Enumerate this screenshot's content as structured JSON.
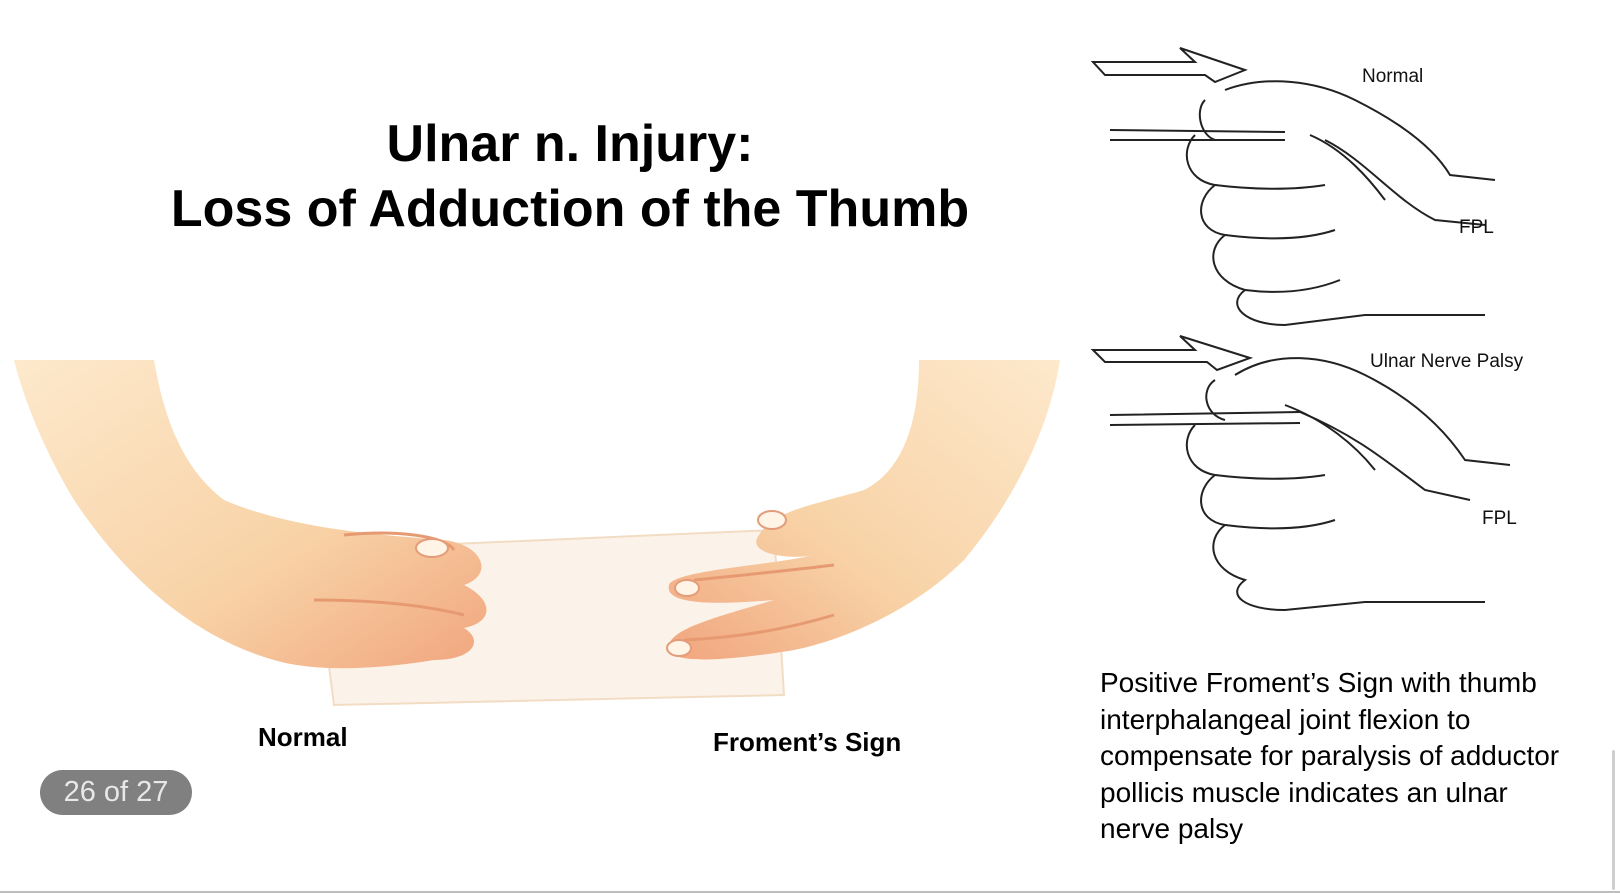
{
  "slide": {
    "title_line1": "Ulnar n. Injury:",
    "title_line2": "Loss of Adduction of the Thumb",
    "captions": {
      "normal": "Normal",
      "froment": "Froment’s Sign"
    },
    "diagram": {
      "label_normal": "Normal",
      "label_fpl_top": "FPL",
      "label_palsy": "Ulnar Nerve Palsy",
      "label_fpl_bottom": "FPL"
    },
    "description": "Positive Froment’s Sign with thumb interphalangeal joint flexion to compensate for paralysis of adductor pollicis muscle indicates an ulnar nerve palsy"
  },
  "viewer": {
    "page_counter": "26 of 27",
    "current_page": 26,
    "total_pages": 27
  },
  "colors": {
    "skin_light": "#fbe3c4",
    "skin_shadow": "#f0a983",
    "counter_bg": "#808080",
    "line_art": "#222222"
  }
}
